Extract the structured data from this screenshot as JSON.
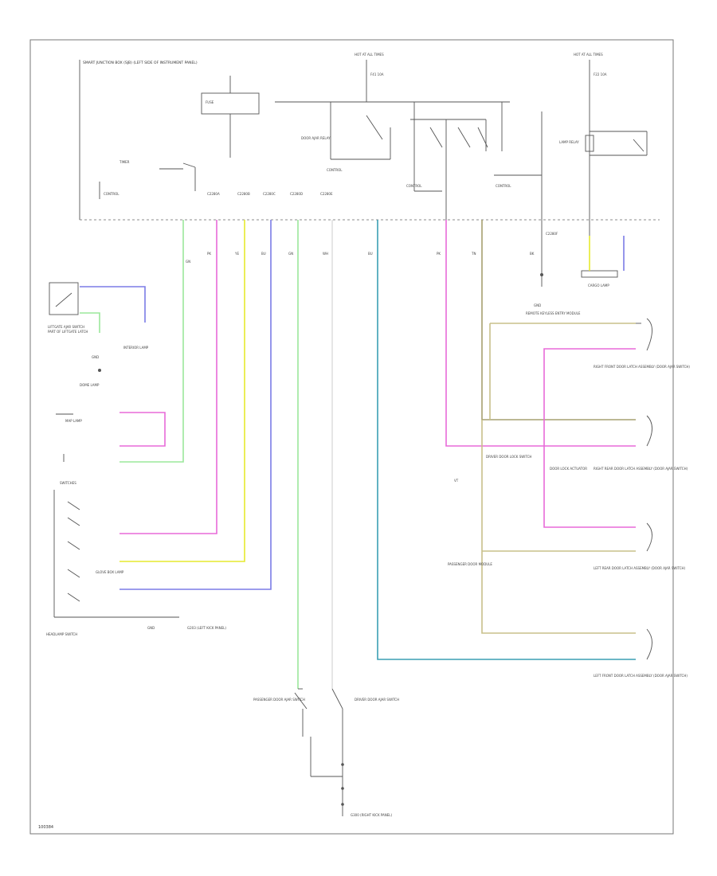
{
  "diagram": {
    "footer_code": "100384",
    "colors": {
      "pink": "#e86ad8",
      "yellow": "#e6ea2e",
      "blue": "#7b7ce6",
      "green": "#9be89b",
      "teal": "#3a9fb4",
      "tan": "#c8c08a",
      "olive": "#a6a070",
      "line": "#555555",
      "light": "#cccccc"
    },
    "labels": {
      "top_left_block": "SMART JUNCTION BOX (SJB) (LEFT SIDE OF INSTRUMENT PANEL)",
      "hot_at_all_times_1": "HOT AT ALL TIMES",
      "hot_at_all_times_2": "HOT AT ALL TIMES",
      "fuse_a": "F41 10A",
      "fuse_b": "F22 10A",
      "relay_a": "FUSE",
      "control_1": "CONTROL",
      "control_2": "CONTROL",
      "control_3": "CONTROL",
      "control_4": "CONTROL",
      "timer": "TIMER",
      "door_relay": "DOOR AJAR RELAY",
      "lamp_relay": "LAMP RELAY",
      "puddle_block": "REMOTE KEYLESS ENTRY MODULE",
      "ground": "GND",
      "c2280a": "C2280A",
      "c2280b": "C2280B",
      "c2280c": "C2280C",
      "c2280d": "C2280D",
      "c2280e": "C2280E",
      "c2280f": "C2280F",
      "wire_pk": "PK",
      "wire_ye": "YE",
      "wire_bu": "BU",
      "wire_gn": "GN",
      "wire_wh": "WH",
      "wire_bk": "BK",
      "wire_tn": "TN",
      "wire_vt": "VT",
      "liftgate_sw": "LIFTGATE AJAR SWITCH",
      "liftgate_sub": "PART OF LIFTGATE LATCH",
      "interior_lamp": "INTERIOR LAMP",
      "dome_lamp": "DOME LAMP",
      "map_lamp": "MAP LAMP",
      "glove_box": "GLOVE BOX LAMP",
      "cargo_lamp": "CARGO LAMP",
      "hazard_label": "HEADLAMP SWITCH",
      "switches_title": "SWITCHES",
      "rf_door": "RIGHT FRONT DOOR LATCH ASSEMBLY (DOOR AJAR SWITCH)",
      "rr_door": "RIGHT REAR DOOR LATCH ASSEMBLY (DOOR AJAR SWITCH)",
      "lr_door": "LEFT REAR DOOR LATCH ASSEMBLY (DOOR AJAR SWITCH)",
      "lf_door": "LEFT FRONT DOOR LATCH ASSEMBLY (DOOR AJAR SWITCH)",
      "mid_block_1": "DRIVER DOOR LOCK SWITCH",
      "mid_block_2": "DOOR LOCK ACTUATOR",
      "mid_block_3": "PASSENGER DOOR MODULE",
      "bottom_sw_1": "PASSENGER DOOR AJAR SWITCH",
      "bottom_sw_2": "DRIVER DOOR AJAR SWITCH",
      "bottom_gnd": "G203 (LEFT KICK PANEL)",
      "bottom_gnd_2": "G300 (RIGHT KICK PANEL)"
    }
  }
}
